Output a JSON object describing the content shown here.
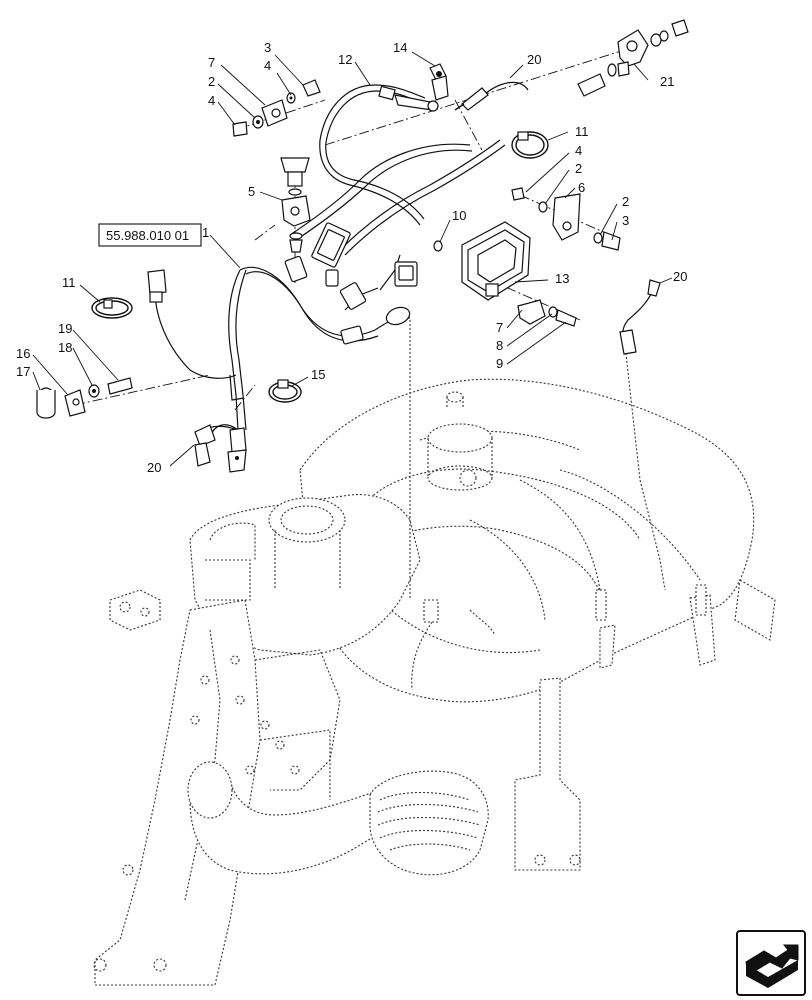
{
  "diagram": {
    "reference_box": "55.988.010 01",
    "callouts": [
      {
        "id": "c3a",
        "text": "3"
      },
      {
        "id": "c4a",
        "text": "4"
      },
      {
        "id": "c7a",
        "text": "7"
      },
      {
        "id": "c2a",
        "text": "2"
      },
      {
        "id": "c4b",
        "text": "4"
      },
      {
        "id": "c12",
        "text": "12"
      },
      {
        "id": "c14",
        "text": "14"
      },
      {
        "id": "c20a",
        "text": "20"
      },
      {
        "id": "c21",
        "text": "21"
      },
      {
        "id": "c11a",
        "text": "11"
      },
      {
        "id": "c4c",
        "text": "4"
      },
      {
        "id": "c2b",
        "text": "2"
      },
      {
        "id": "c6",
        "text": "6"
      },
      {
        "id": "c2c",
        "text": "2"
      },
      {
        "id": "c3b",
        "text": "3"
      },
      {
        "id": "c5",
        "text": "5"
      },
      {
        "id": "c1",
        "text": "1"
      },
      {
        "id": "c10",
        "text": "10"
      },
      {
        "id": "c13",
        "text": "13"
      },
      {
        "id": "c11b",
        "text": "11"
      },
      {
        "id": "c20b",
        "text": "20"
      },
      {
        "id": "c7b",
        "text": "7"
      },
      {
        "id": "c8",
        "text": "8"
      },
      {
        "id": "c9",
        "text": "9"
      },
      {
        "id": "c19",
        "text": "19"
      },
      {
        "id": "c18",
        "text": "18"
      },
      {
        "id": "c16",
        "text": "16"
      },
      {
        "id": "c17",
        "text": "17"
      },
      {
        "id": "c15",
        "text": "15"
      },
      {
        "id": "c20c",
        "text": "20"
      }
    ],
    "nav_icon": "next-page-arrow-icon"
  }
}
